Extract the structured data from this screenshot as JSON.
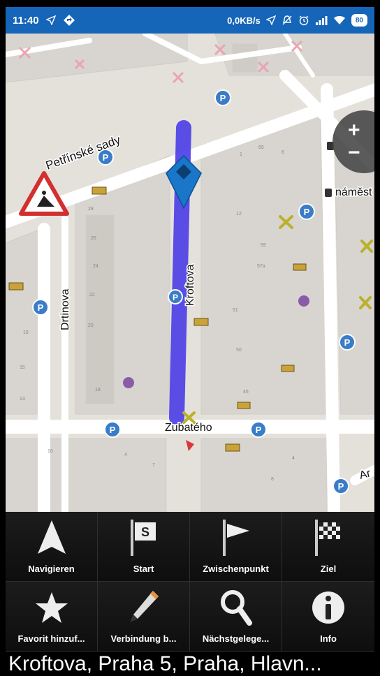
{
  "status_bar": {
    "time": "11:40",
    "network_speed": "0,0KB/s",
    "battery": "80"
  },
  "map": {
    "streets": {
      "park": "Petřínské sady",
      "vertical_left": "Drtinova",
      "route": "Kroftova",
      "bottom": "Zubatého",
      "top_right": "náměst",
      "bottom_right": "Ar"
    },
    "zoom": {
      "in": "+",
      "out": "−"
    },
    "route_color": "#4a3de8",
    "marker_color": "#1976c8",
    "road_color": "#ffffff",
    "block_color": "#d6d3ce"
  },
  "menu": {
    "items": [
      {
        "label": "Navigieren",
        "icon": "navigate-arrow-icon"
      },
      {
        "label": "Start",
        "icon": "start-flag-icon"
      },
      {
        "label": "Zwischenpunkt",
        "icon": "waypoint-flag-icon"
      },
      {
        "label": "Ziel",
        "icon": "finish-flag-icon"
      },
      {
        "label": "Favorit hinzuf...",
        "icon": "star-icon"
      },
      {
        "label": "Verbindung b...",
        "icon": "pencil-icon"
      },
      {
        "label": "Nächstgelege...",
        "icon": "magnifier-icon"
      },
      {
        "label": "Info",
        "icon": "info-icon"
      }
    ]
  },
  "address": "Kroftova, Praha 5, Praha, Hlavn..."
}
